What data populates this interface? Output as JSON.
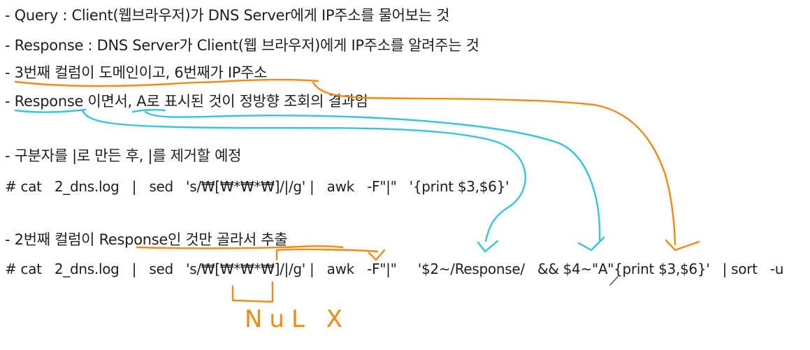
{
  "lines": {
    "query": "- Query : Client(웹브라우저)가 DNS Server에게 IP주소를 물어보는 것",
    "response": "- Response : DNS Server가 Client(웹 브라우저)에게 IP주소를 알려주는 것",
    "columns": "- 3번째 컬럼이 도메인이고, 6번째가 IP주소",
    "forward_lookup": "- Response 이면서, A로 표시된 것이 정방향 조회의 결과임",
    "delimiter_note": "- 구분자를 |로 만든 후, |를 제거할 예정",
    "command_1": "# cat   2_dns.log   |   sed   's/₩[₩*₩*₩]/|/g' |   awk   -F\"|\"   '{print $3,$6}'",
    "filter_note": "- 2번째 컬럼이 Response인 것만 골라서 추출",
    "command_2": "# cat   2_dns.log   |   sed   's/₩[₩*₩*₩]/|/g' |   awk   -F\"|\"     '$2~/Response/   && $4~\"A\"{print $3,$6}'   | sort   -u"
  },
  "handwritten_note": "NuL X",
  "colors": {
    "text": "#1e1e1e",
    "orange_ink": "#f08a14",
    "cyan_ink": "#35c6d8",
    "background": "#ffffff"
  }
}
